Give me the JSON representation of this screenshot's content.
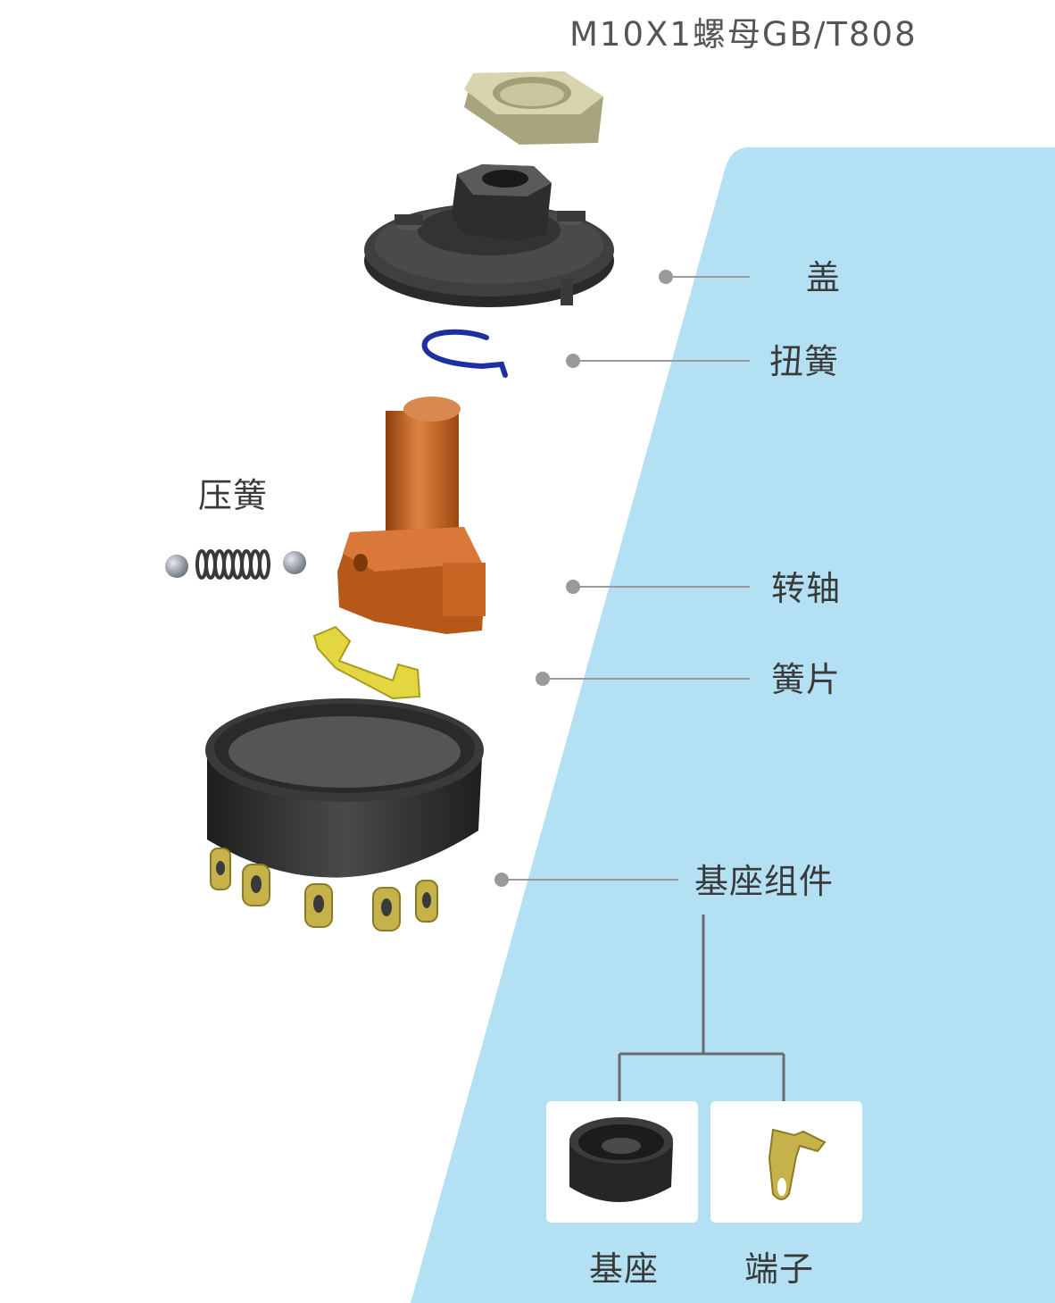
{
  "title": "M10X1螺母GB/T808",
  "labels": {
    "cover": "盖",
    "torsion_spring": "扭簧",
    "compression_spring": "压簧",
    "shaft": "转轴",
    "spring_leaf": "簧片",
    "base_assembly": "基座组件",
    "base": "基座",
    "terminal": "端子"
  },
  "colors": {
    "panel": "#b3e0f3",
    "leader": "#9a9a9a",
    "dot": "#9a9a9a",
    "tree_line": "#6b6b6b",
    "nut": "#cfcba3",
    "cover": "#3b3b3b",
    "torsion_spring": "#1f2fa0",
    "shaft": "#c0601a",
    "spring_leaf": "#e3d640",
    "base": "#2f2f2f",
    "terminal": "#c6b24a",
    "ball": "#9aa0a8"
  }
}
